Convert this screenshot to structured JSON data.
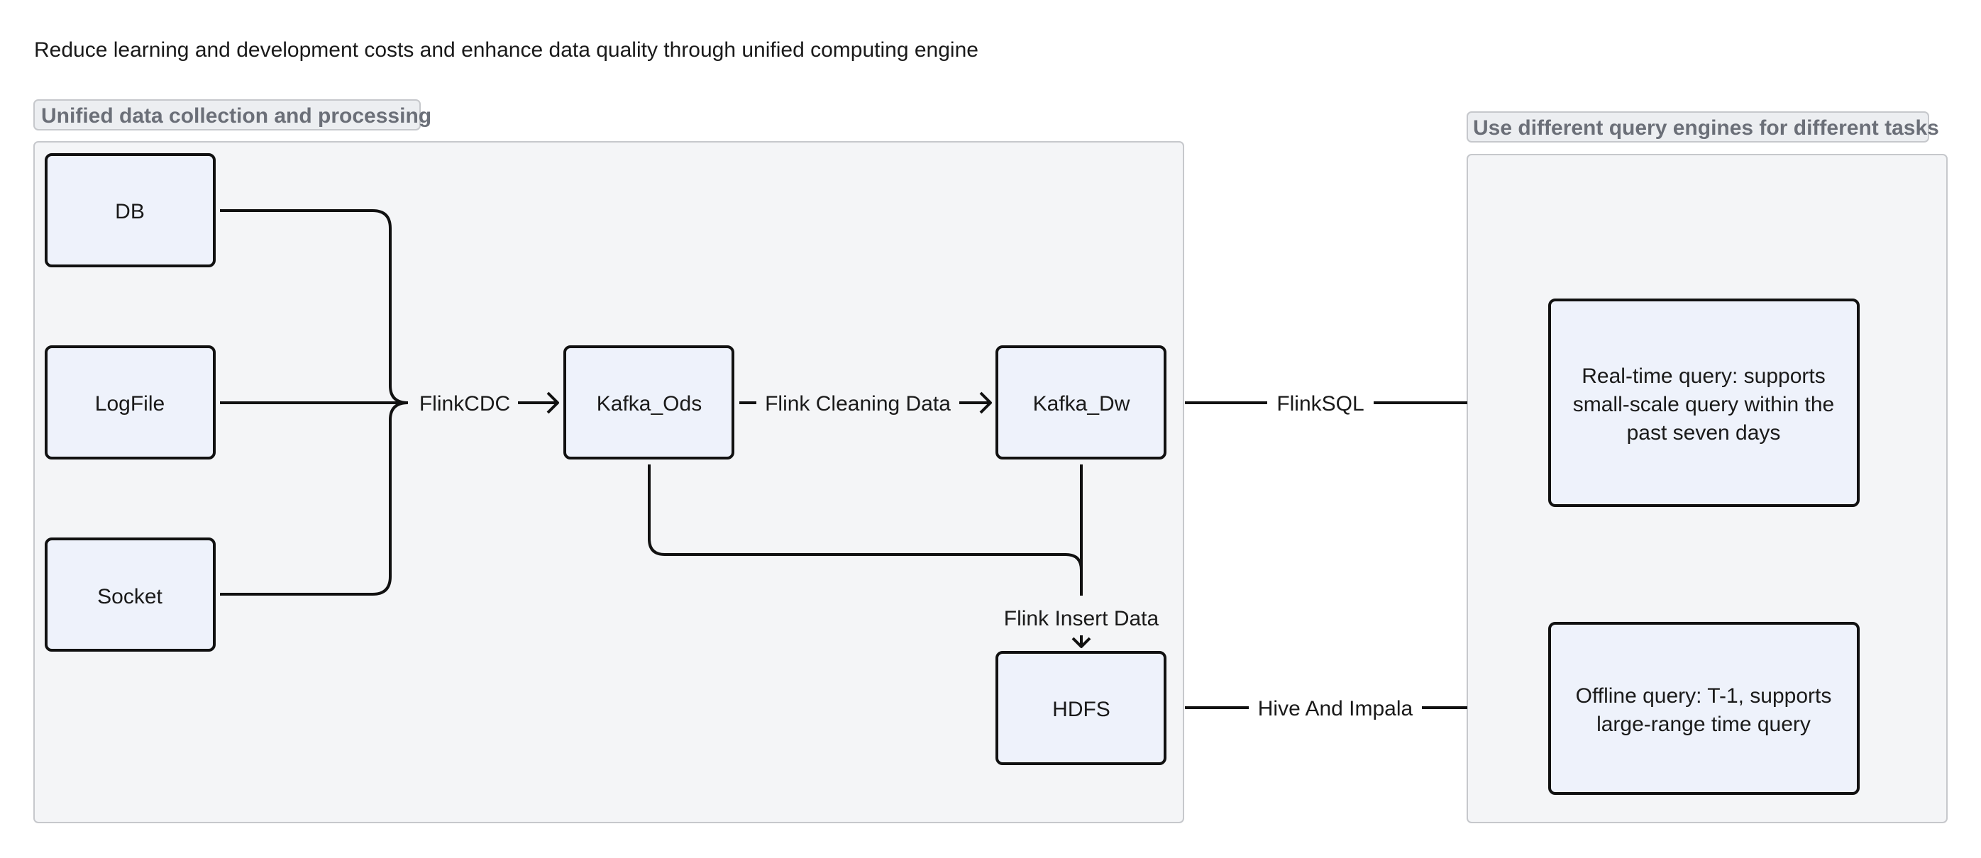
{
  "caption": "Reduce learning and development costs and enhance data quality through unified computing engine",
  "groups": {
    "collect": {
      "title": "Unified data collection and processing"
    },
    "query": {
      "title": "Use different query engines for different tasks"
    }
  },
  "nodes": {
    "db": {
      "label": "DB"
    },
    "logfile": {
      "label": "LogFile"
    },
    "socket": {
      "label": "Socket"
    },
    "kafka_ods": {
      "label": "Kafka_Ods"
    },
    "kafka_dw": {
      "label": "Kafka_Dw"
    },
    "hdfs": {
      "label": "HDFS"
    },
    "realtime": {
      "lines": [
        "Real-time query: supports",
        "small-scale query within the",
        "past seven days"
      ]
    },
    "offline": {
      "lines": [
        "Offline query: T-1, supports",
        "large-range time query"
      ]
    }
  },
  "edges": {
    "flinkcdc": "FlinkCDC",
    "cleaning": "Flink Cleaning Data",
    "insert": "Flink Insert Data",
    "flinksql": "FlinkSQL",
    "hive": "Hive And Impala"
  },
  "colors": {
    "group_fill": "#f4f5f7",
    "group_stroke": "#c6c8cc",
    "node_fill": "#eef2fb",
    "node_stroke": "#111111",
    "edge": "#111111"
  }
}
